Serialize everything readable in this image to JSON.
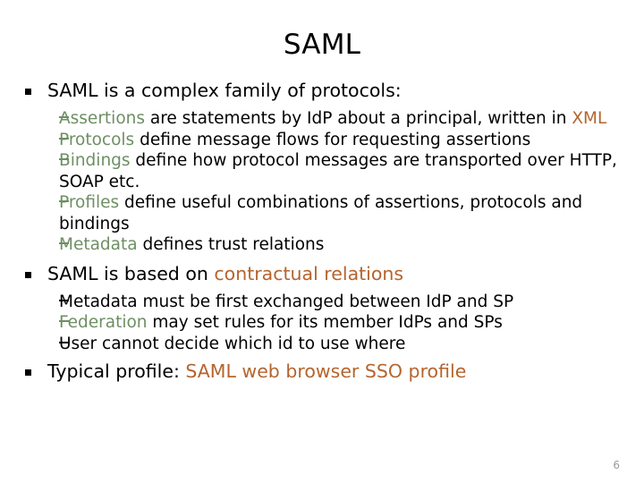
{
  "slide": {
    "title": "SAML",
    "page_number": "6",
    "colors": {
      "highlight_green": "#6e8f63",
      "highlight_orange": "#b5642e",
      "text": "#000000",
      "page_number": "#9a9a9a",
      "background": "#ffffff"
    },
    "bullet_glyphs": {
      "level1": "square-bullet",
      "level2": "en-dash-bullet"
    }
  },
  "content": {
    "section1": {
      "heading": "SAML is a complex family of protocols:",
      "items": [
        {
          "marker_color": "green",
          "lead": "Assertions",
          "lead_color": "green",
          "rest": " are statements by IdP about a principal, written in ",
          "tail": "XML",
          "tail_color": "orange"
        },
        {
          "marker_color": "green",
          "lead": "Protocols",
          "lead_color": "green",
          "rest": " define message flows for requesting assertions",
          "tail": "",
          "tail_color": ""
        },
        {
          "marker_color": "green",
          "lead": "Bindings",
          "lead_color": "green",
          "rest": " define how protocol messages are transported over HTTP, SOAP etc.",
          "tail": "",
          "tail_color": ""
        },
        {
          "marker_color": "green",
          "lead": "Profiles",
          "lead_color": "green",
          "rest": " define useful combinations of assertions, protocols and bindings",
          "tail": "",
          "tail_color": ""
        },
        {
          "marker_color": "green",
          "lead": "Metadata",
          "lead_color": "green",
          "rest": " defines trust relations",
          "tail": "",
          "tail_color": ""
        }
      ]
    },
    "section2": {
      "heading_lead": "SAML is based on ",
      "heading_highlight": "contractual relations",
      "items": [
        {
          "marker_color": "black",
          "lead": "Metadata",
          "lead_color": "black",
          "rest": " must be first exchanged between IdP and SP",
          "tail": "",
          "tail_color": ""
        },
        {
          "marker_color": "green",
          "lead": "Federation",
          "lead_color": "green",
          "rest": " may set rules for its member IdPs and SPs",
          "tail": "",
          "tail_color": ""
        },
        {
          "marker_color": "black",
          "lead": "User",
          "lead_color": "black",
          "rest": " cannot decide which id to use where",
          "tail": "",
          "tail_color": ""
        }
      ]
    },
    "section3": {
      "heading_lead": "Typical profile: ",
      "heading_highlight": "SAML web browser SSO profile"
    }
  }
}
